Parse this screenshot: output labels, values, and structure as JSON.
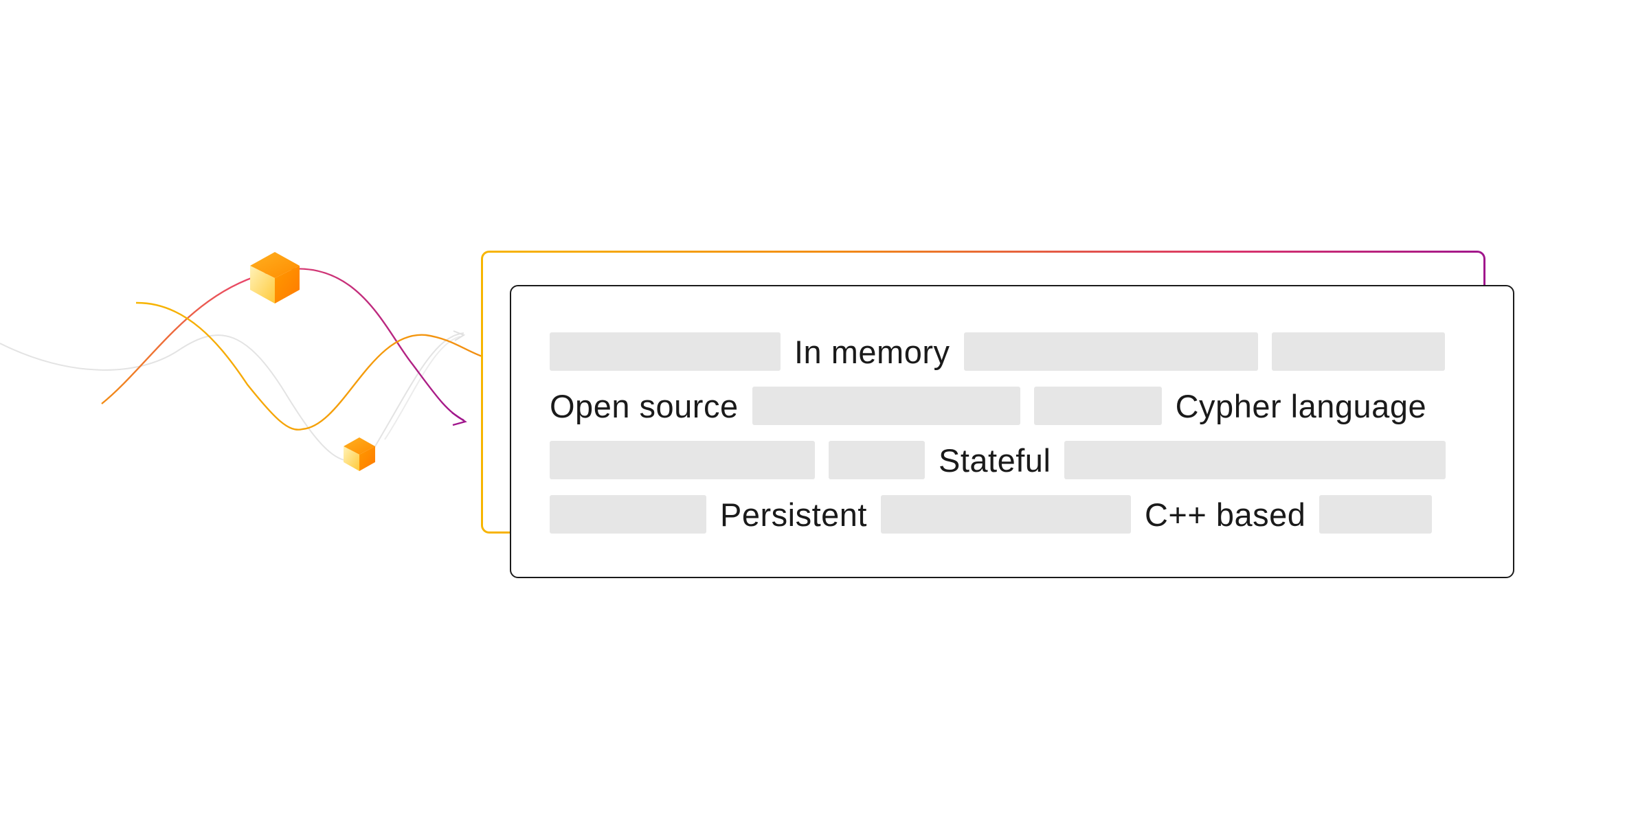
{
  "diagram": {
    "keywords": {
      "in_memory": "In memory",
      "open_source": "Open source",
      "cypher_language": "Cypher language",
      "stateful": "Stateful",
      "persistent": "Persistent",
      "cpp_based": "C++ based"
    },
    "colors": {
      "cube_top": "#FFA31A",
      "cube_left": "#FFE08A",
      "cube_right": "#FF8A00",
      "curve_orange": "#F5A000",
      "curve_red_to_purple": "#E8466A",
      "curve_purple": "#A0168C",
      "curve_grey": "#e3e3e3",
      "placeholder": "#e6e6e6"
    },
    "icons": [
      "cube-icon-large",
      "cube-icon-small",
      "arrow-icon"
    ]
  }
}
